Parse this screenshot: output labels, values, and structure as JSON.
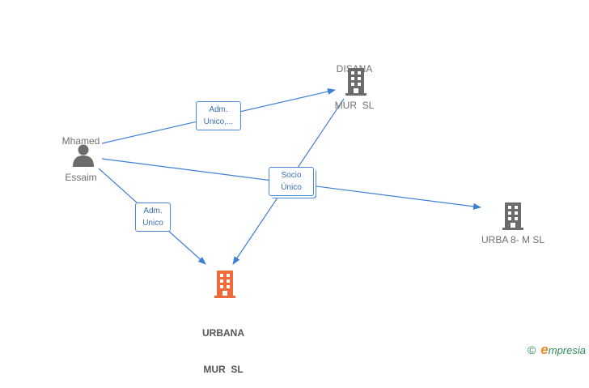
{
  "nodes": {
    "person": {
      "name_line1": "Mhamed",
      "name_line2": "Essaim",
      "icon": "person-icon",
      "color": "#6b6b6b"
    },
    "disana": {
      "name_line1": "DISANA",
      "name_line2": "MUR  SL",
      "icon": "building-icon",
      "color": "#6b6b6b"
    },
    "urba8": {
      "name_line1": "URBA 8- M SL",
      "icon": "building-icon",
      "color": "#6b6b6b"
    },
    "urbana": {
      "name_line1": "URBANA",
      "name_line2": "MUR  SL",
      "icon": "building-icon",
      "color": "#ef6a3a"
    }
  },
  "edges": {
    "adm_unico_disana": {
      "line1": "Adm.",
      "line2": "Unico,..."
    },
    "socio_unico": {
      "line1": "Socio",
      "line2": "Único"
    },
    "adm_unico_urbana": {
      "line1": "Adm.",
      "line2": "Unico"
    }
  },
  "edge_color": "#3d7fd6",
  "brand": {
    "copyright": "©",
    "initial": "e",
    "name": "mpresia"
  }
}
